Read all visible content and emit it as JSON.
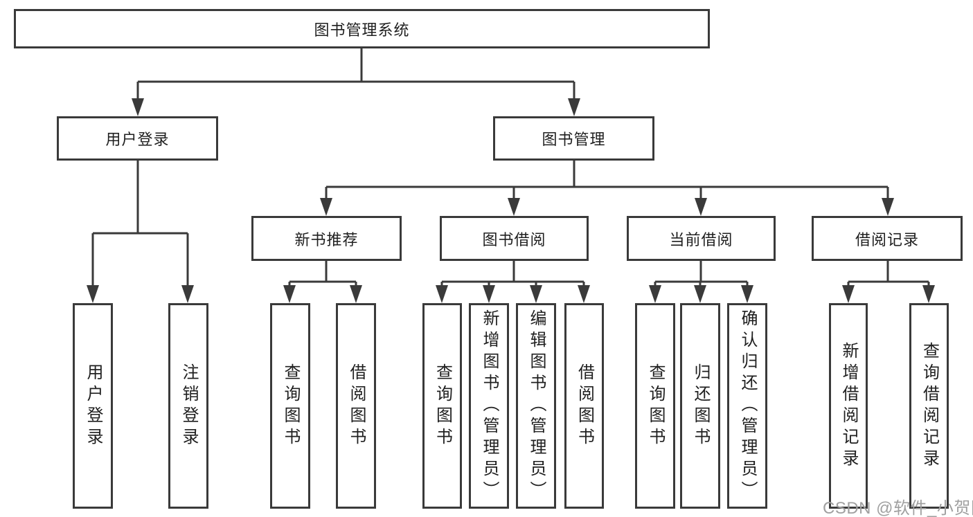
{
  "diagram": {
    "root": {
      "label": "图书管理系统"
    },
    "level2": {
      "user_login": "用户登录",
      "book_mgmt": "图书管理"
    },
    "level3": {
      "new_book": "新书推荐",
      "book_borrow": "图书借阅",
      "current_borrow": "当前借阅",
      "borrow_record": "借阅记录"
    },
    "leaves": {
      "user_login": [
        "用户登录",
        "注销登录"
      ],
      "new_book": [
        "查询图书",
        "借阅图书"
      ],
      "book_borrow": [
        "查询图书",
        "新增图书（管理员）",
        "编辑图书（管理员）",
        "借阅图书"
      ],
      "current_borrow": [
        "查询图书",
        "归还图书",
        "确认归还（管理员）"
      ],
      "borrow_record": [
        "新增借阅记录",
        "查询借阅记录"
      ]
    },
    "colors": {
      "line": "#3a3a3a",
      "text": "#1f1f1f",
      "watermark": "#a0a0a0"
    },
    "watermark": "CSDN @软件_小贺同学"
  }
}
